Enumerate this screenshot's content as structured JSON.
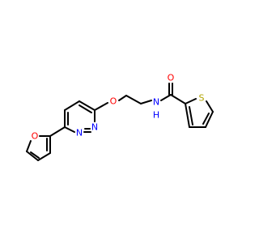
{
  "molecule": {
    "atom_labels": {
      "furan_oxygen": "O",
      "pyridazine_n1": "N",
      "pyridazine_n2": "N",
      "ether_oxygen": "O",
      "amide_nitrogen": "N",
      "amide_hydrogen": "H",
      "carbonyl_oxygen": "O",
      "thiophene_sulfur": "S"
    },
    "colors": {
      "bond": "#000000",
      "oxygen": "#ff0000",
      "nitrogen": "#0000ff",
      "sulfur": "#b2a400",
      "background": "#ffffff"
    }
  }
}
